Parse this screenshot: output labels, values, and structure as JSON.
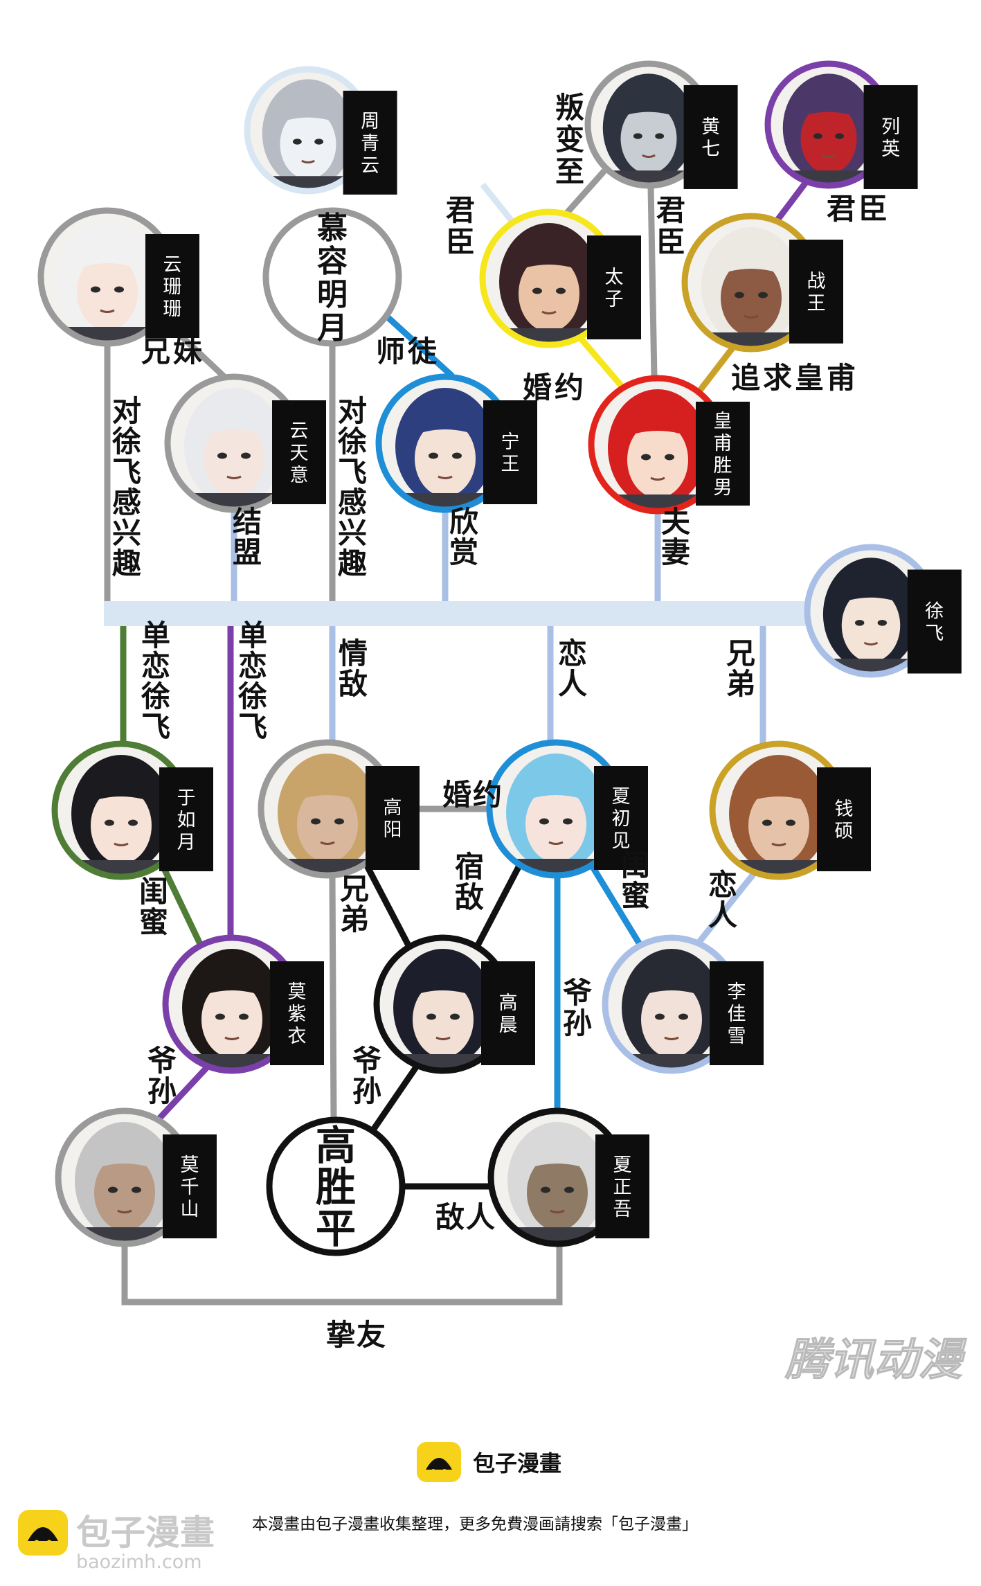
{
  "colors": {
    "gray": "#9a9a9a",
    "black": "#111111",
    "yellow": "#f6e71c",
    "purple": "#7a3fa8",
    "gold": "#c9a227",
    "red": "#e3241c",
    "blue": "#1e8fd6",
    "periwinkle": "#a9bfe6",
    "green": "#4f7d35",
    "light": "#d8e6f3"
  },
  "characters": [
    {
      "id": "zhouqingyun",
      "name": "周青云",
      "ring": "light",
      "skin": "#eef1f5",
      "hair": "#b7bcc4"
    },
    {
      "id": "huangqi",
      "name": "黄七",
      "ring": "gray",
      "skin": "#c8ccd3",
      "hair": "#2d3440"
    },
    {
      "id": "lieying",
      "name": "列英",
      "ring": "purple",
      "skin": "#c0242b",
      "hair": "#4b3868"
    },
    {
      "id": "yunshanshan",
      "name": "云珊珊",
      "ring": "gray",
      "skin": "#f7e5dc",
      "hair": "#f1f1f1"
    },
    {
      "id": "murongmingyue",
      "name": "",
      "ring": "gray",
      "skin": "#ffffff",
      "hair": "#ffffff"
    },
    {
      "id": "taizi",
      "name": "太子",
      "ring": "yellow",
      "skin": "#eac2a5",
      "hair": "#3a2326"
    },
    {
      "id": "zhanwang",
      "name": "战王",
      "ring": "gold",
      "skin": "#8d5a44",
      "hair": "#ece9e2"
    },
    {
      "id": "yuntianyi",
      "name": "云天意",
      "ring": "gray",
      "skin": "#f4e6df",
      "hair": "#e9eaee"
    },
    {
      "id": "ningwang",
      "name": "宁王",
      "ring": "blue",
      "skin": "#f4e2d6",
      "hair": "#2d3f7e"
    },
    {
      "id": "huangfushengnan",
      "name": "皇甫胜男",
      "ring": "red",
      "skin": "#f7dccb",
      "hair": "#d61f1f"
    },
    {
      "id": "xufei",
      "name": "徐飞",
      "ring": "periwinkle",
      "skin": "#f4e3d7",
      "hair": "#1f2330"
    },
    {
      "id": "yuruyue",
      "name": "于如月",
      "ring": "green",
      "skin": "#f7e2d8",
      "hair": "#1b1b1f"
    },
    {
      "id": "gaoyang",
      "name": "高阳",
      "ring": "gray",
      "skin": "#d9b79c",
      "hair": "#c8a46a"
    },
    {
      "id": "xiachujian",
      "name": "夏初见",
      "ring": "blue",
      "skin": "#f6e4dc",
      "hair": "#7cc8e8"
    },
    {
      "id": "qianshuo",
      "name": "钱硕",
      "ring": "gold",
      "skin": "#e6c3a8",
      "hair": "#9a5a36"
    },
    {
      "id": "mozaiyi",
      "name": "莫紫衣",
      "ring": "purple",
      "skin": "#f5e2d8",
      "hair": "#1d1716"
    },
    {
      "id": "gaochen",
      "name": "高晨",
      "ring": "black",
      "skin": "#f2e0d4",
      "hair": "#1c1f2b"
    },
    {
      "id": "lijiaxue",
      "name": "李佳雪",
      "ring": "periwinkle",
      "skin": "#f2e1d8",
      "hair": "#272a32"
    },
    {
      "id": "moqianshan",
      "name": "莫千山",
      "ring": "gray",
      "skin": "#b89a85",
      "hair": "#c4c4c4"
    },
    {
      "id": "gaoshengping",
      "name": "",
      "ring": "black",
      "skin": "#ffffff",
      "hair": "#ffffff"
    },
    {
      "id": "xiazhengwu",
      "name": "夏正吾",
      "ring": "black",
      "skin": "#8f7a66",
      "hair": "#d9d9d9"
    }
  ],
  "plain_names": {
    "murongmingyue": "慕容明月",
    "gaoshengping": "高胜平"
  },
  "relations": {
    "junchen_zhou": "君臣",
    "pan_bian_zhi": "叛变至",
    "junchen_huang": "君臣",
    "junchen_lie": "君臣",
    "xiongmei": "兄妹",
    "shitu": "师徒",
    "hunyue_top": "婚约",
    "zhuiqiu": "追求皇甫",
    "dui_xufei_1": "对徐飞感兴趣",
    "jiemeng": "结盟",
    "dui_xufei_2": "对徐飞感兴趣",
    "xinshang": "欣赏",
    "fuqi": "夫妻",
    "danlian_1": "单恋徐飞",
    "danlian_2": "单恋徐飞",
    "qingdi": "情敌",
    "lianren_1": "恋人",
    "xiongdi_1": "兄弟",
    "hunyue_mid": "婚约",
    "guimi_1": "闺蜜",
    "sudi": "宿敌",
    "xiongdi_2": "兄弟",
    "guimi_2": "闺蜜",
    "lianren_2": "恋人",
    "yesun_1": "爷孙",
    "yesun_2": "爷孙",
    "yesun_3": "爷孙",
    "diren": "敌人",
    "zhiyou": "挚友"
  },
  "watermark": "腾讯动漫",
  "footer": {
    "brand": "包子漫畫",
    "note": "本漫畫由包子漫畫收集整理，更多免費漫画請搜索「包子漫畫」",
    "corner_brand": "包子漫畫",
    "corner_url": "baozimh.com"
  }
}
